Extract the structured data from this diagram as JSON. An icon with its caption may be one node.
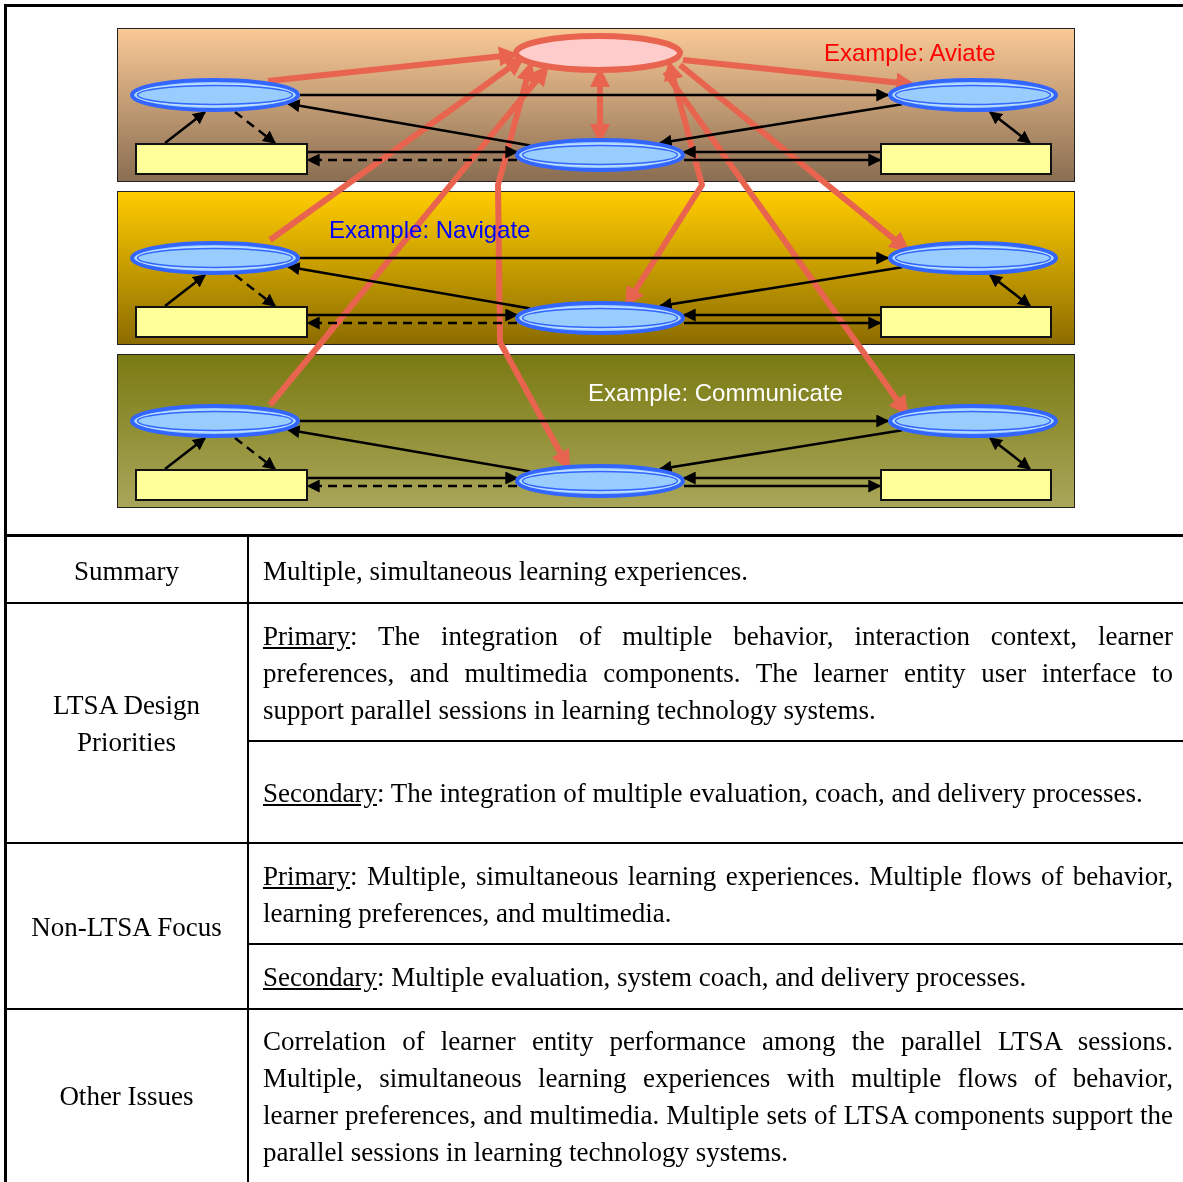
{
  "diagram": {
    "nodes": [
      {
        "text": [
          "Example: Aviate"
        ]
      },
      {
        "text": [],
        "shape": "ellipse",
        "in": 0
      },
      {
        "text": [],
        "shape": "ellipse",
        "in": 0
      },
      {
        "text": [],
        "shape": "ellipse",
        "in": 0
      },
      {
        "text": [],
        "shape": "box",
        "in": 0
      },
      {
        "text": [],
        "shape": "ellipse",
        "in": 0
      },
      {
        "text": [],
        "shape": "box",
        "in": 0
      },
      {
        "text": [
          "Example: Navigate"
        ]
      },
      {
        "text": [],
        "shape": "ellipse",
        "in": 7
      },
      {
        "text": [],
        "shape": "ellipse",
        "in": 7
      },
      {
        "text": [],
        "shape": "box",
        "in": 7
      },
      {
        "text": [],
        "shape": "ellipse",
        "in": 7
      },
      {
        "text": [],
        "shape": "box",
        "in": 7
      },
      {
        "text": [
          "Example: Communicate"
        ]
      },
      {
        "text": [],
        "shape": "ellipse",
        "in": 13
      },
      {
        "text": [],
        "shape": "ellipse",
        "in": 13
      },
      {
        "text": [],
        "shape": "box",
        "in": 13
      },
      {
        "text": [],
        "shape": "ellipse",
        "in": 13
      },
      {
        "text": [],
        "shape": "box",
        "in": 13
      }
    ],
    "edges": [
      {
        "from": 2,
        "to": 1,
        "arrow": "to",
        "style": "thick",
        "color": "#e8644e"
      },
      {
        "from": 1,
        "to": 3,
        "arrow": "to",
        "style": "thick",
        "color": "#e8644e"
      },
      {
        "from": 1,
        "to": 5,
        "arrow": "both",
        "style": "thick",
        "color": "#e8644e"
      },
      {
        "from": 1,
        "to": 11,
        "arrow": "both",
        "style": "thick",
        "color": "#e8644e"
      },
      {
        "from": 1,
        "to": 17,
        "arrow": "both",
        "style": "thick",
        "color": "#e8644e"
      },
      {
        "from": 8,
        "to": 1,
        "arrow": "to",
        "style": "thick",
        "color": "#e8644e"
      },
      {
        "from": 14,
        "to": 1,
        "arrow": "to",
        "style": "thick",
        "color": "#e8644e"
      },
      {
        "from": 1,
        "to": 9,
        "arrow": "to",
        "style": "thick",
        "color": "#e8644e"
      },
      {
        "from": 1,
        "to": 15,
        "arrow": "to",
        "style": "thick",
        "color": "#e8644e"
      },
      {
        "from": 2,
        "to": 3,
        "arrow": "to"
      },
      {
        "from": 5,
        "to": 2,
        "arrow": "to"
      },
      {
        "from": 3,
        "to": 5,
        "arrow": "to"
      },
      {
        "from": 4,
        "to": 2,
        "arrow": "to"
      },
      {
        "from": 2,
        "to": 4,
        "arrow": "to",
        "style": "dashed"
      },
      {
        "from": 4,
        "to": 5,
        "arrow": "to"
      },
      {
        "from": 5,
        "to": 4,
        "arrow": "to",
        "style": "dashed"
      },
      {
        "from": 6,
        "to": 5,
        "arrow": "to"
      },
      {
        "from": 5,
        "to": 6,
        "arrow": "to"
      },
      {
        "from": 3,
        "to": 6,
        "arrow": "both"
      },
      {
        "from": 8,
        "to": 9,
        "arrow": "to"
      },
      {
        "from": 11,
        "to": 8,
        "arrow": "to"
      },
      {
        "from": 9,
        "to": 11,
        "arrow": "to"
      },
      {
        "from": 10,
        "to": 8,
        "arrow": "to"
      },
      {
        "from": 8,
        "to": 10,
        "arrow": "to",
        "style": "dashed"
      },
      {
        "from": 10,
        "to": 11,
        "arrow": "to"
      },
      {
        "from": 11,
        "to": 10,
        "arrow": "to",
        "style": "dashed"
      },
      {
        "from": 12,
        "to": 11,
        "arrow": "to"
      },
      {
        "from": 11,
        "to": 12,
        "arrow": "to"
      },
      {
        "from": 9,
        "to": 12,
        "arrow": "both"
      },
      {
        "from": 14,
        "to": 15,
        "arrow": "to"
      },
      {
        "from": 17,
        "to": 14,
        "arrow": "to"
      },
      {
        "from": 15,
        "to": 17,
        "arrow": "to"
      },
      {
        "from": 16,
        "to": 14,
        "arrow": "to"
      },
      {
        "from": 14,
        "to": 16,
        "arrow": "to",
        "style": "dashed"
      },
      {
        "from": 16,
        "to": 17,
        "arrow": "to"
      },
      {
        "from": 17,
        "to": 16,
        "arrow": "to",
        "style": "dashed"
      },
      {
        "from": 18,
        "to": 17,
        "arrow": "to"
      },
      {
        "from": 17,
        "to": 18,
        "arrow": "to"
      },
      {
        "from": 15,
        "to": 18,
        "arrow": "both"
      }
    ],
    "labels": [
      "Summary",
      "Multiple, simultaneous learning experiences.",
      "LTSA Design Priorities",
      "Primary: The integration of multiple behavior, interaction context, learner preferences, and multimedia components.  The learner entity user interface to support parallel sessions in learning technology systems.",
      "Secondary: The integration of multiple evaluation, coach, and delivery processes.",
      "Non-LTSA Focus",
      "Primary: Multiple, simultaneous learning experiences.  Multiple flows of behavior, learning preferences, and multimedia.",
      "Secondary: Multiple evaluation, system coach, and delivery processes.",
      "Other Issues",
      "Correlation of learner entity performance among the parallel LTSA sessions.  Multiple, simultaneous learning experiences with multiple flows of behavior, learner preferences, and multimedia.  Multiple sets of LTSA components support the parallel sessions in learning technology systems."
    ]
  }
}
